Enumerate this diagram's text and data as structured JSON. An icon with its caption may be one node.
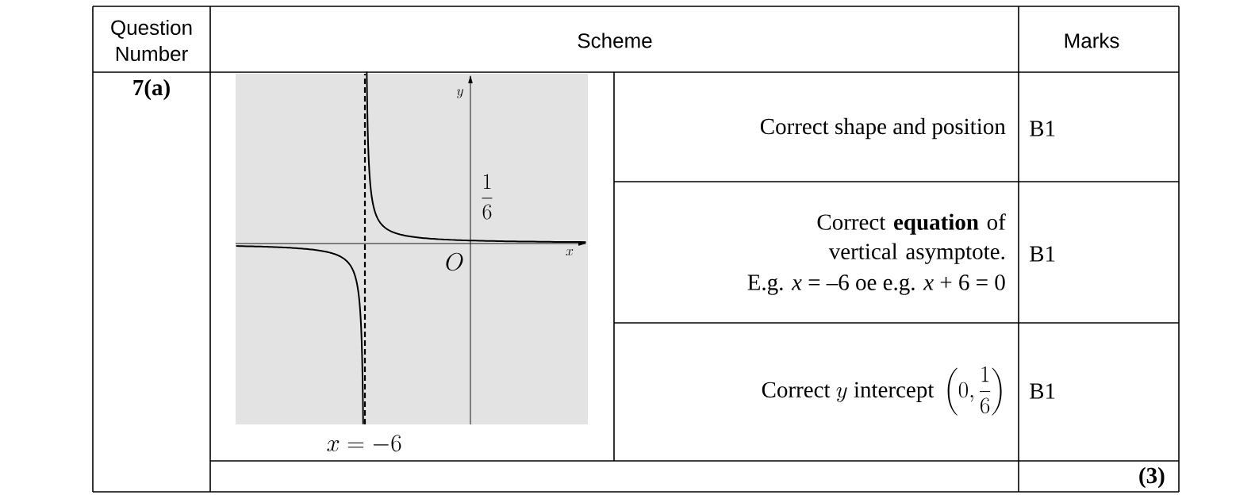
{
  "diagram": {
    "labels": [
      "Question Number",
      "Scheme",
      "Marks",
      "7(a)",
      "y",
      "\\frac{1}{6}",
      "O",
      "x",
      "x=-6",
      "Correct shape and position",
      "B1",
      "Correct **equation** of vertical asymptote.",
      "E.g. *x* = –6 oe e.g. *x* + 6 = 0",
      "B1",
      "\\text{Correct }y\\text{ intercept }\\left(0,\\dfrac{1}{6}\\right)",
      "B1",
      "(3)"
    ]
  }
}
